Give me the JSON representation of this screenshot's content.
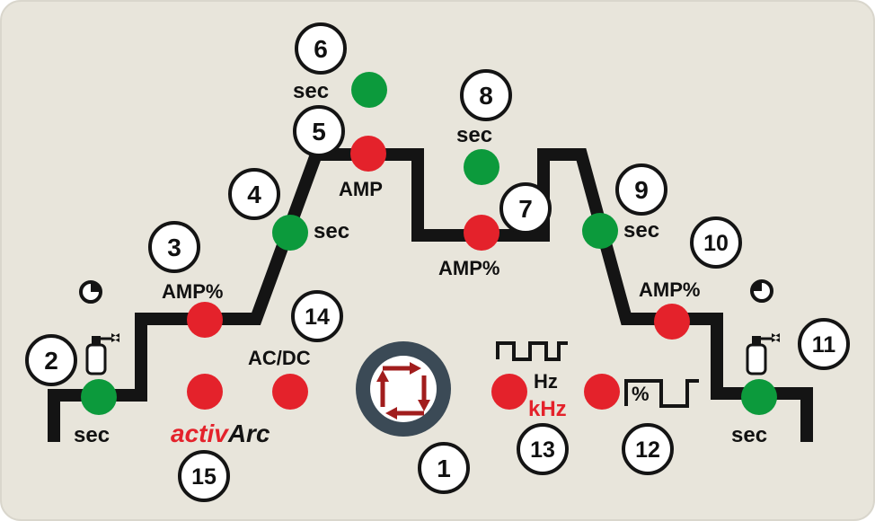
{
  "colors": {
    "background": "#e8e5db",
    "trace": "#141414",
    "led_red": "#e4222b",
    "led_green": "#0c9a3c",
    "knob_ring": "#3b4a56",
    "arrow": "#a11d1d",
    "khz": "#e4222b",
    "brand": "#e4222b"
  },
  "labels": {
    "sec_left": "sec",
    "amp_pct_3": "AMP%",
    "sec_4": "sec",
    "sec_6": "sec",
    "amp_5": "AMP",
    "sec_8": "sec",
    "amp_pct_7": "AMP%",
    "sec_9": "sec",
    "amp_pct_10": "AMP%",
    "sec_right": "sec",
    "ac_dc": "AC/DC",
    "hz": "Hz",
    "khz": "kHz",
    "pct": "%",
    "brand_activ": "activ",
    "brand_arc": "Arc"
  },
  "badges": {
    "b1": "1",
    "b2": "2",
    "b3": "3",
    "b4": "4",
    "b5": "5",
    "b6": "6",
    "b7": "7",
    "b8": "8",
    "b9": "9",
    "b10": "10",
    "b11": "11",
    "b12": "12",
    "b13": "13",
    "b14": "14",
    "b15": "15"
  },
  "icons": {
    "clock": "clock-icon",
    "gas_cylinder": "gas-cylinder-icon",
    "pulse_wave": "pulse-wave-icon",
    "balance_wave": "balance-wave-icon",
    "rotary_knob": "rotary-knob-icon"
  }
}
